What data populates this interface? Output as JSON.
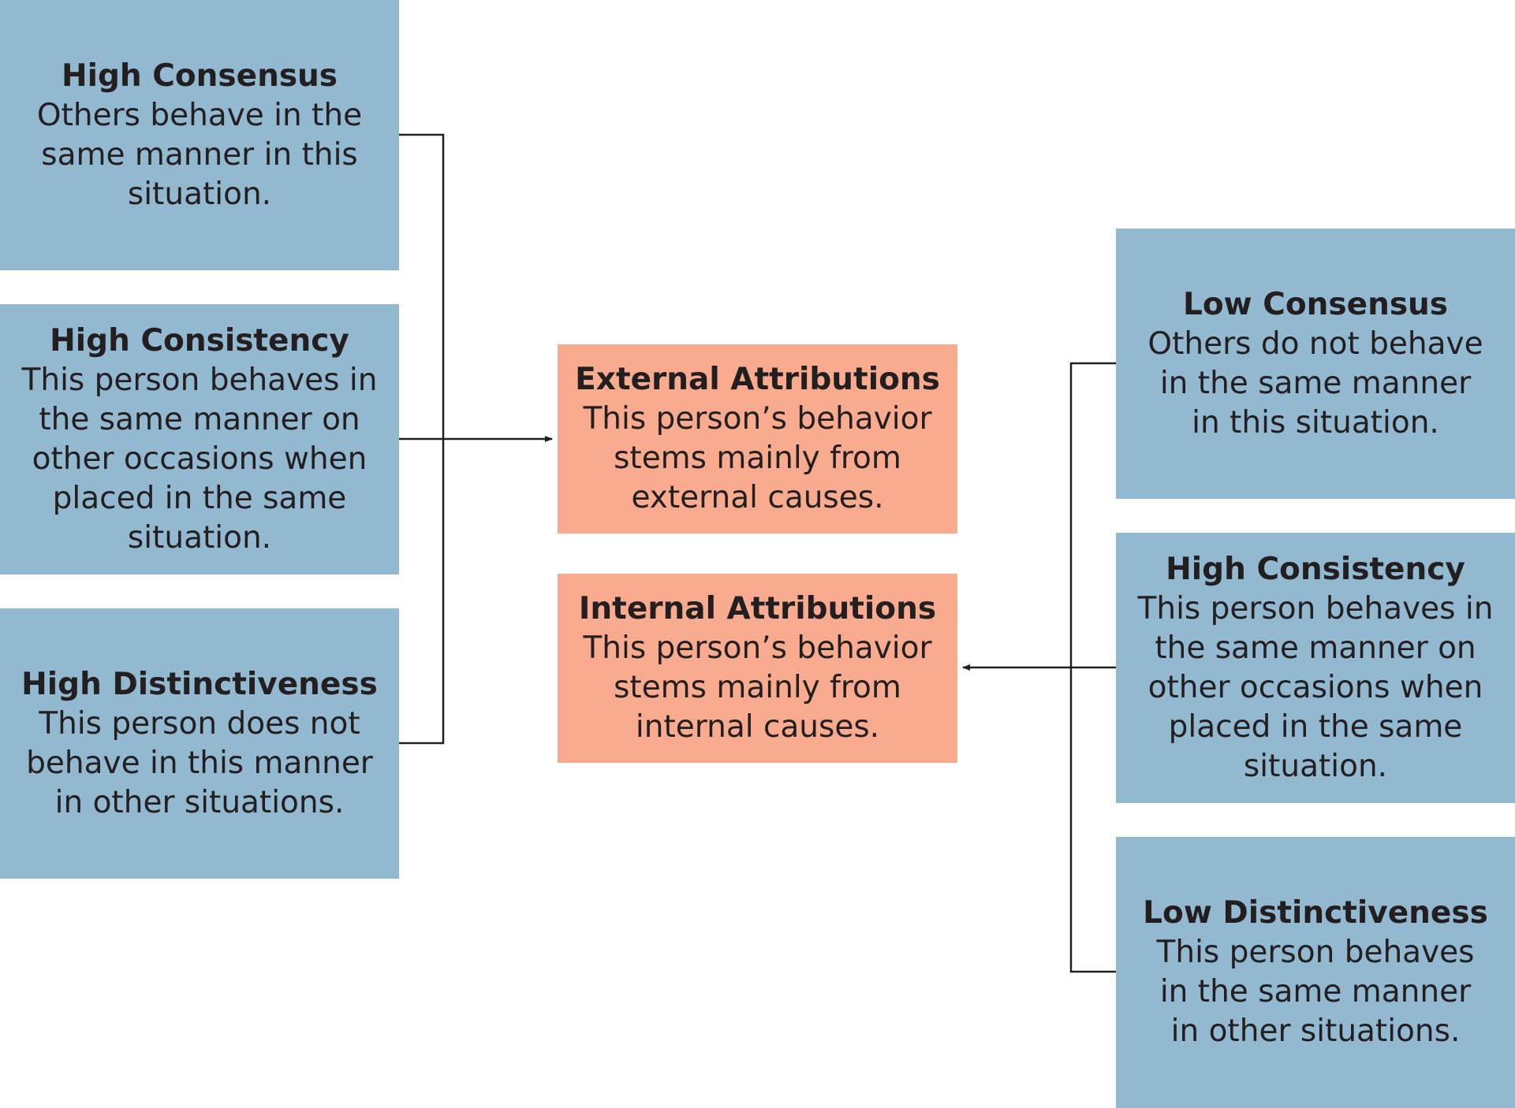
{
  "left_factors": [
    {
      "title": "High Consensus",
      "description": "Others behave in the\nsame manner in this\nsituation."
    },
    {
      "title": "High Consistency",
      "description": "This person behaves in\nthe same manner on\nother occasions when\nplaced in the same\nsituation."
    },
    {
      "title": "High Distinctiveness",
      "description": "This person does not\nbehave in this manner\nin other situations."
    }
  ],
  "right_factors": [
    {
      "title": "Low Consensus",
      "description": "Others do not behave\nin the same manner\nin this situation."
    },
    {
      "title": "High Consistency",
      "description": "This person behaves in\nthe same manner on\nother occasions when\nplaced in the same\nsituation."
    },
    {
      "title": "Low Distinctiveness",
      "description": "This person behaves\nin the same manner\nin other situations."
    }
  ],
  "outcomes": {
    "external": {
      "title": "External Attributions",
      "description": "This person’s behavior\nstems mainly from\nexternal causes."
    },
    "internal": {
      "title": "Internal Attributions",
      "description": "This person’s behavior\nstems mainly from\ninternal causes."
    }
  },
  "colors": {
    "factor_box": "#93b9d1",
    "outcome_box": "#f8ab8f",
    "connector": "#231f20",
    "text": "#231f20"
  }
}
